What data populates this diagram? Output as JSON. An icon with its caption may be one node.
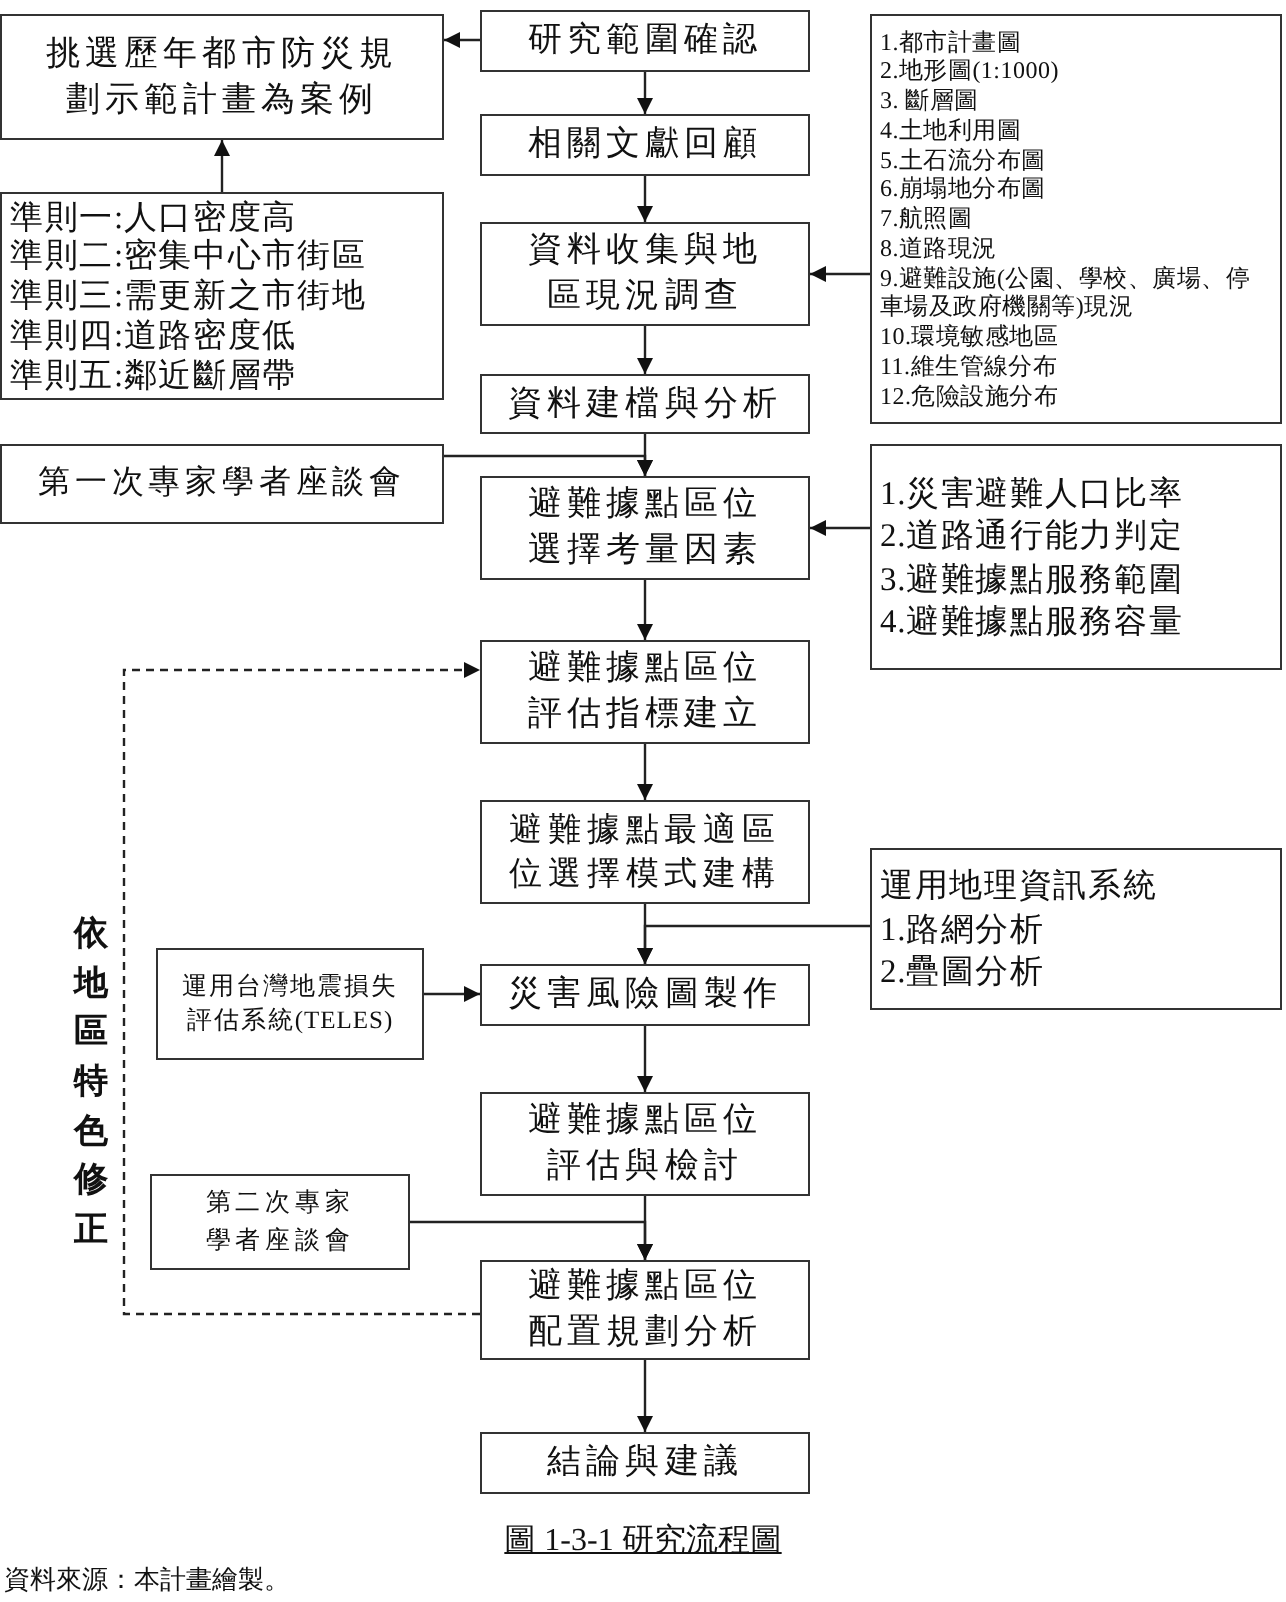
{
  "diagram": {
    "caption": "圖 1-3-1 研究流程圖",
    "nodes": [
      {
        "text": [
          "研究範圍確認"
        ]
      },
      {
        "text": [
          "挑選歷年都市防災規劃示範計畫為案例"
        ]
      },
      {
        "text": [
          "相關文獻回顧"
        ]
      },
      {
        "text": [
          "準則一:人口密度高",
          "準則二:密集中心市街區",
          "準則三:需更新之市街地",
          "準則四:道路密度低",
          "準則五:鄰近斷層帶"
        ]
      },
      {
        "text": [
          "資料收集與地區現況調查"
        ]
      },
      {
        "text": [
          "1.都市計畫圖",
          "2.地形圖(1:1000)",
          "3. 斷層圖",
          "4.土地利用圖",
          "5.土石流分布圖",
          "6.崩塌地分布圖",
          "7.航照圖",
          "8.道路現況",
          "9.避難設施(公園、學校、廣場、停車場及政府機關等)現況",
          "10.環境敏感地區",
          "11.維生管線分布",
          "12.危險設施分布"
        ]
      },
      {
        "text": [
          "資料建檔與分析"
        ]
      },
      {
        "text": [
          "第一次專家學者座談會"
        ]
      },
      {
        "text": [
          "避難據點區位選擇考量因素"
        ]
      },
      {
        "text": [
          "1.災害避難人口比率",
          "2.道路通行能力判定",
          "3.避難據點服務範圍",
          "4.避難據點服務容量"
        ]
      },
      {
        "text": [
          "避難據點區位評估指標建立"
        ]
      },
      {
        "text": [
          "避難據點最適區位選擇模式建構"
        ]
      },
      {
        "text": [
          "運用地理資訊系統",
          "1.路網分析",
          "2.疊圖分析"
        ]
      },
      {
        "text": [
          "運用台灣地震損失評估系統(TELES)"
        ]
      },
      {
        "text": [
          "災害風險圖製作"
        ]
      },
      {
        "text": [
          "避難據點區位評估與檢討"
        ]
      },
      {
        "text": [
          "第二次專家學者座談會"
        ]
      },
      {
        "text": [
          "避難據點區位配置規劃分析"
        ]
      },
      {
        "text": [
          "結論與建議"
        ]
      }
    ],
    "edges": [
      {
        "from": 0,
        "to": 1,
        "arrow": "to"
      },
      {
        "from": 0,
        "to": 2,
        "arrow": "to"
      },
      {
        "from": 2,
        "to": 4,
        "arrow": "to"
      },
      {
        "from": 3,
        "to": 1,
        "arrow": "to"
      },
      {
        "from": 5,
        "to": 4,
        "arrow": "to"
      },
      {
        "from": 4,
        "to": 6,
        "arrow": "to"
      },
      {
        "from": 6,
        "to": 8,
        "arrow": "to"
      },
      {
        "from": 7,
        "to": 8,
        "arrow": "to"
      },
      {
        "from": 9,
        "to": 8,
        "arrow": "to"
      },
      {
        "from": 8,
        "to": 10,
        "arrow": "to"
      },
      {
        "from": 10,
        "to": 11,
        "arrow": "to"
      },
      {
        "from": 11,
        "to": 14,
        "arrow": "to"
      },
      {
        "from": 12,
        "to": 14,
        "arrow": "to"
      },
      {
        "from": 13,
        "to": 14,
        "arrow": "to"
      },
      {
        "from": 14,
        "to": 15,
        "arrow": "to"
      },
      {
        "from": 15,
        "to": 17,
        "arrow": "to"
      },
      {
        "from": 16,
        "to": 17,
        "arrow": "to"
      },
      {
        "from": 17,
        "to": 18,
        "arrow": "to"
      },
      {
        "from": 17,
        "to": 10,
        "arrow": "to",
        "style": "dashed",
        "label": "依地區特色修正"
      }
    ],
    "labels": [
      "資料來源：本計畫繪製。"
    ]
  }
}
